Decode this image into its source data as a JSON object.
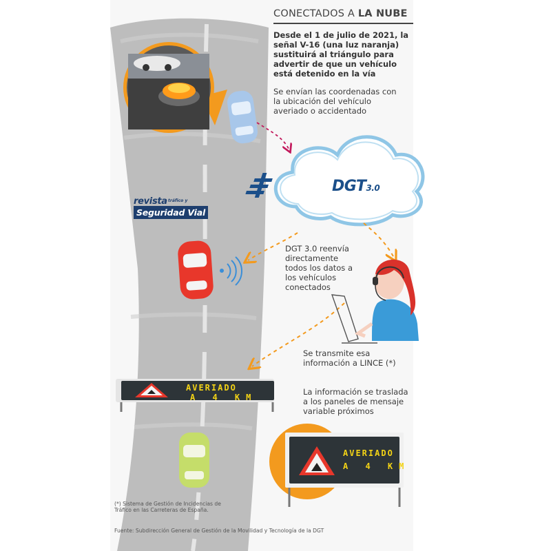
{
  "header": {
    "title_pre": "CONECTADOS A ",
    "title_bold": "LA NUBE",
    "lead": "Desde el 1 de julio de 2021, la señal V-16 (una luz naranja) sustituirá al triángulo para advertir de que un vehículo está detenido en la vía"
  },
  "steps": {
    "s1": "Se envían las coordenadas con la ubicación del vehículo averiado o accidentado",
    "s2": "DGT 3.0 reenvía directamente todos los datos a los vehículos conectados",
    "s3": "Se transmite esa información a LINCE (*)",
    "s4": "La información se traslada a los paneles de mensaje variable próximos"
  },
  "cloud": {
    "brand": "DGT",
    "version": "3.0"
  },
  "logo": {
    "line1": "revista",
    "line2": "tráfico y",
    "line3": "Seguridad Vial"
  },
  "panel": {
    "line1": "AVERIADO",
    "line2": "A 4 KM"
  },
  "footnote": "(*) Sistema de Gestión de Incidencias de Tráfico en las Carreteras de España.",
  "source": "Fuente: Subdirección General de Gestión de la Movilidad y Tecnología de la DGT",
  "colors": {
    "road": "#bfbfbf",
    "orange": "#f39a1e",
    "cloud_outline": "#8fc6e6",
    "dgt_blue": "#1b4f8a",
    "car_blue": "#a8c7ea",
    "car_red": "#e8372b",
    "car_green": "#c5dd6a",
    "panel_dark": "#2d3438",
    "arrow_red": "#c2185b"
  }
}
